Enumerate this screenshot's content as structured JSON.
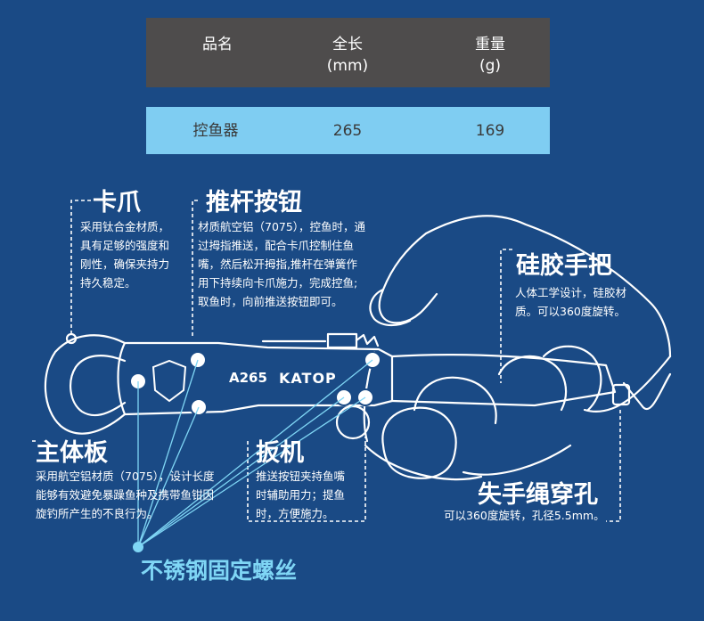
{
  "spec_table": {
    "headers": [
      {
        "line1": "品名",
        "line2": ""
      },
      {
        "line1": "全长",
        "line2": "(mm)"
      },
      {
        "line1": "重量",
        "line2": "(g)"
      }
    ],
    "row": {
      "name": "控鱼器",
      "length": "265",
      "weight": "169"
    }
  },
  "labels": {
    "claw": {
      "title": "卡爪",
      "desc": "采用钛合金材质，\n具有足够的强度和\n刚性，确保夹持力\n持久稳定。"
    },
    "push_button": {
      "title": "推杆按钮",
      "desc": "材质航空铝（7075），控鱼时，通\n过拇指推送，配合卡爪控制住鱼\n嘴，然后松开拇指,推杆在弹簧作\n用下持续向卡爪施力，完成控鱼;\n取鱼时，向前推送按钮即可。"
    },
    "handle": {
      "title": "硅胶手把",
      "desc": "人体工学设计，硅胶材\n质。可以360度旋转。"
    },
    "main_plate": {
      "title": "主体板",
      "desc": "采用航空铝材质（7075），设计长度\n能够有效避免暴躁鱼种及携带鱼钳因\n旋钓所产生的不良行为。"
    },
    "trigger": {
      "title": "扳机",
      "desc": "推送按钮夹持鱼嘴\n时辅助用力；提鱼\n时，方便施力。"
    },
    "lanyard": {
      "title": "失手绳穿孔",
      "desc": "可以360度旋转，孔径5.5mm。"
    },
    "screw": {
      "title": "不锈钢固定螺丝"
    }
  },
  "tool": {
    "model": "A265",
    "brand": "KATOP"
  },
  "colors": {
    "background": "#1a4a85",
    "table_header": "#4e4c4c",
    "table_row": "#7fcdf2",
    "accent": "#7fd6f5"
  }
}
